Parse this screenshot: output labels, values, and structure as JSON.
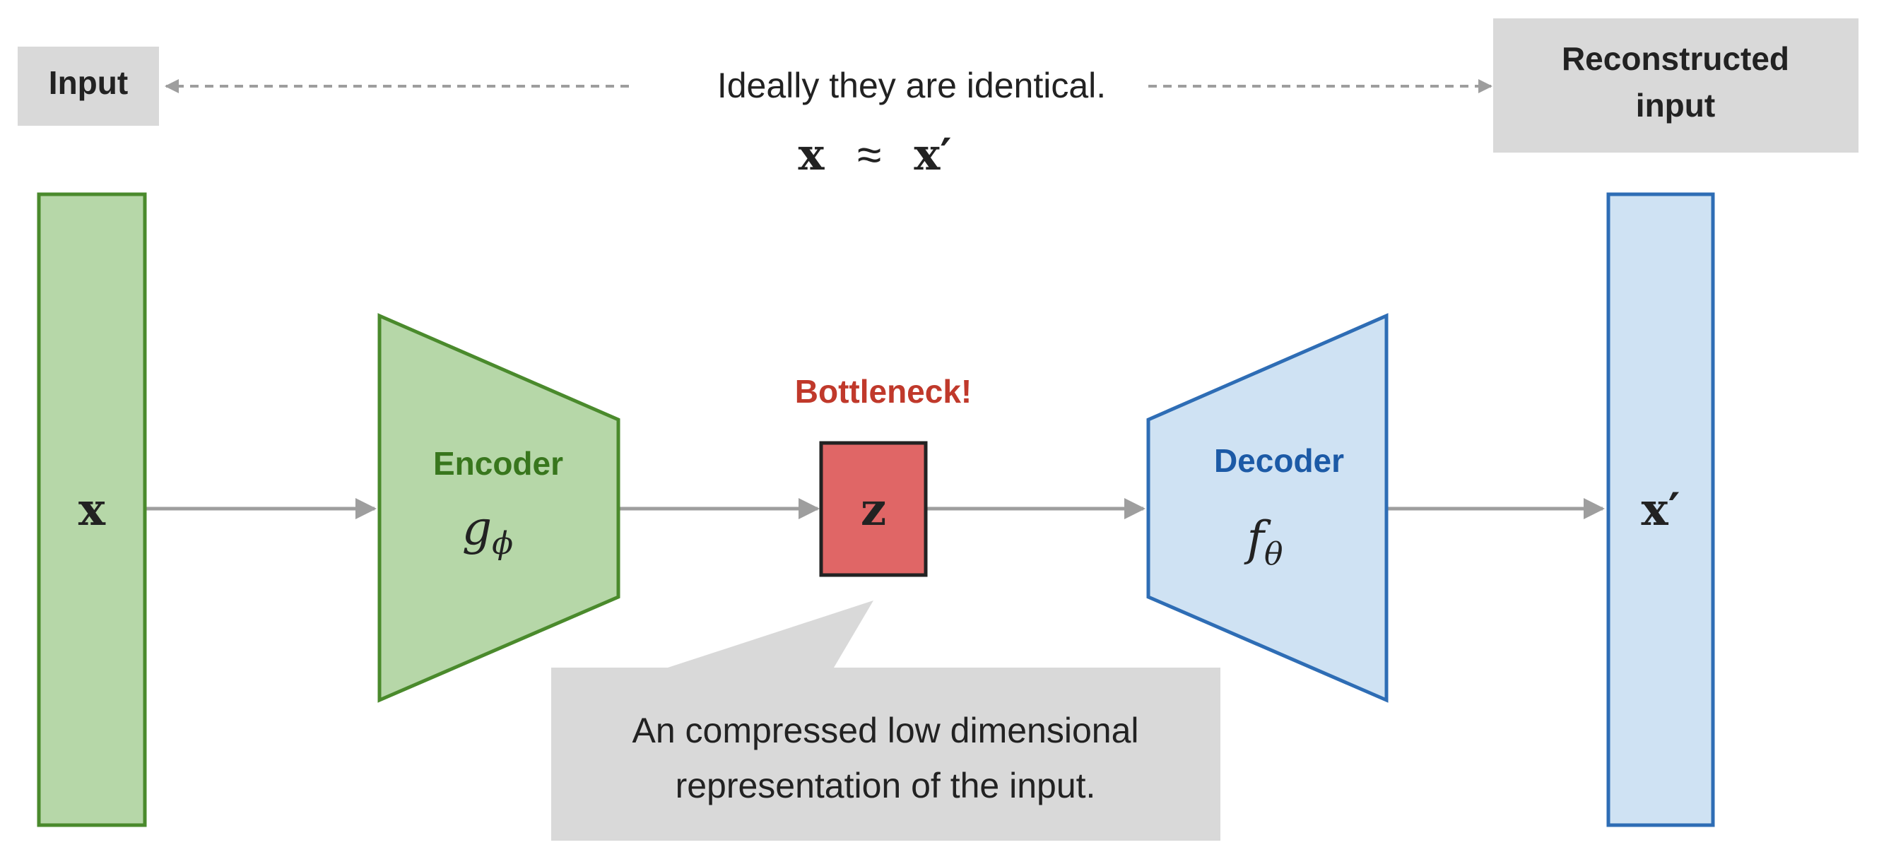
{
  "header": {
    "input_label": "Input",
    "reconstructed_label_line1": "Reconstructed",
    "reconstructed_label_line2": "input",
    "identical_text": "Ideally they are identical.",
    "approx_lhs": "x",
    "approx_symbol": "≈",
    "approx_rhs": "x′"
  },
  "input_vector": {
    "symbol": "x"
  },
  "encoder": {
    "label": "Encoder",
    "func": "g",
    "subscript": "ϕ"
  },
  "bottleneck": {
    "label": "Bottleneck!",
    "symbol": "z"
  },
  "decoder": {
    "label": "Decoder",
    "func": "f",
    "subscript": "θ"
  },
  "output_vector": {
    "symbol": "x′"
  },
  "callout": {
    "line1": "An compressed low dimensional",
    "line2": "representation of the input."
  },
  "colors": {
    "green_fill": "#b6d7a8",
    "green_stroke": "#4a8a2c",
    "green_text": "#38761d",
    "blue_fill": "#cfe2f3",
    "blue_stroke": "#2e6db5",
    "blue_text": "#1c5aa6",
    "red_fill": "#e06666",
    "red_text": "#c0392b",
    "gray_box": "#d9d9d9",
    "arrow": "#9e9e9e",
    "dark": "#222222"
  }
}
